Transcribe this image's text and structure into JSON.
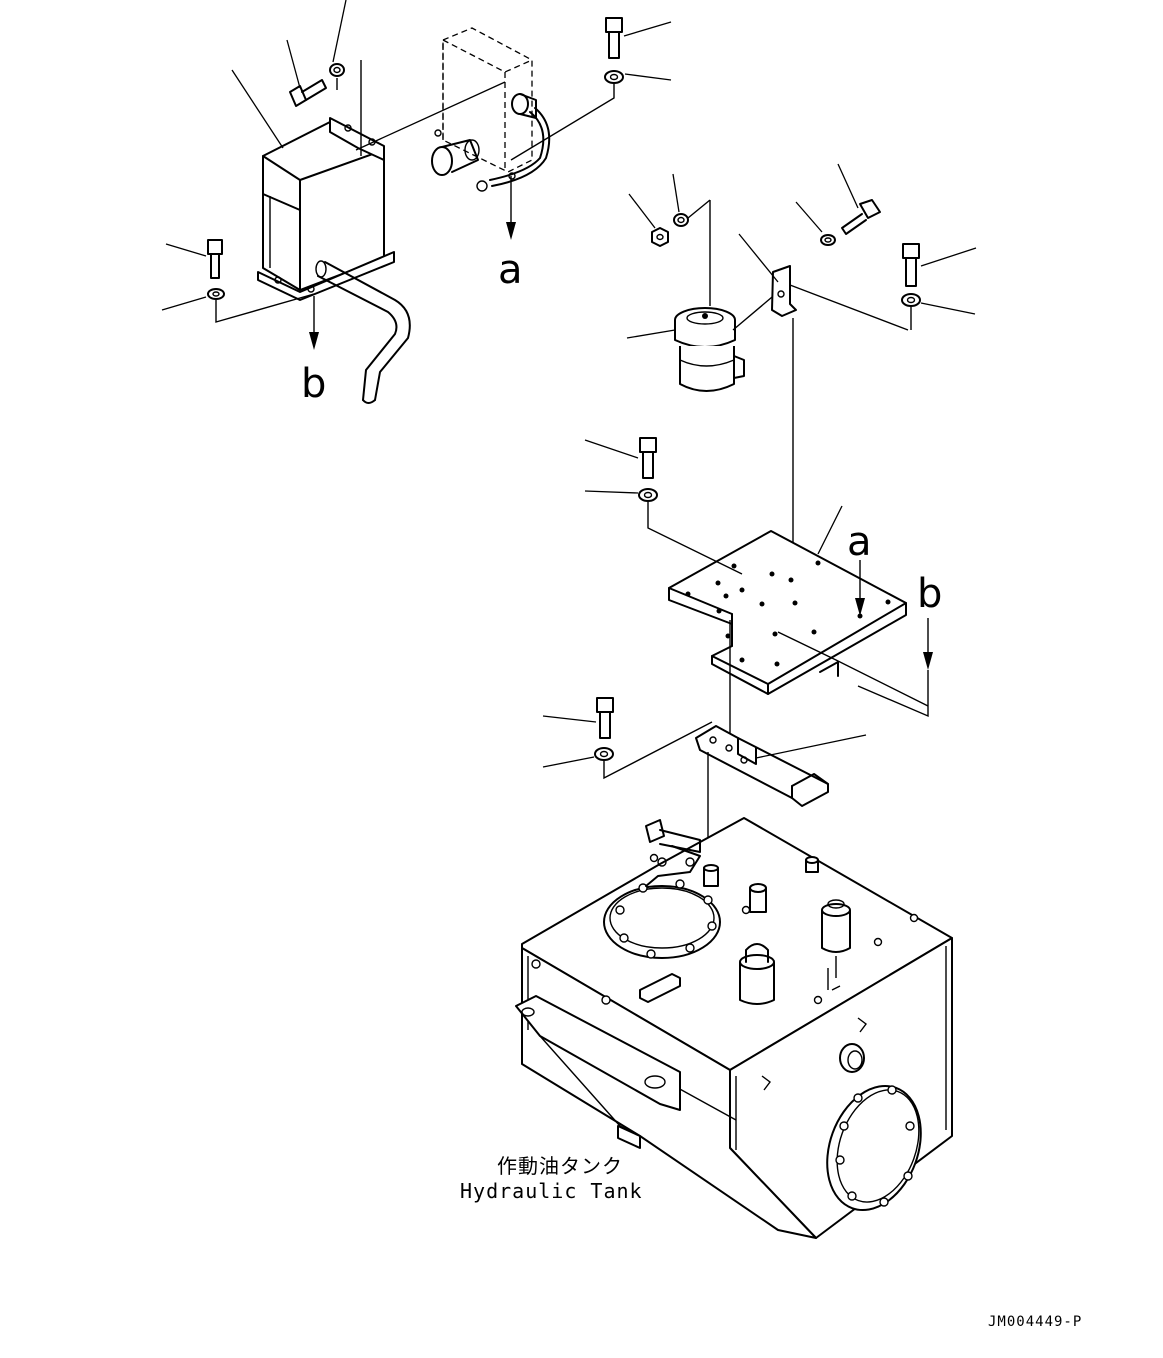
{
  "callouts": {
    "a_upper": "a",
    "a_lower": "a",
    "b_upper": "b",
    "b_lower": "b"
  },
  "caption": {
    "japanese": "作動油タンク",
    "english": "Hydraulic Tank"
  },
  "drawing_code": "JM004449-P"
}
